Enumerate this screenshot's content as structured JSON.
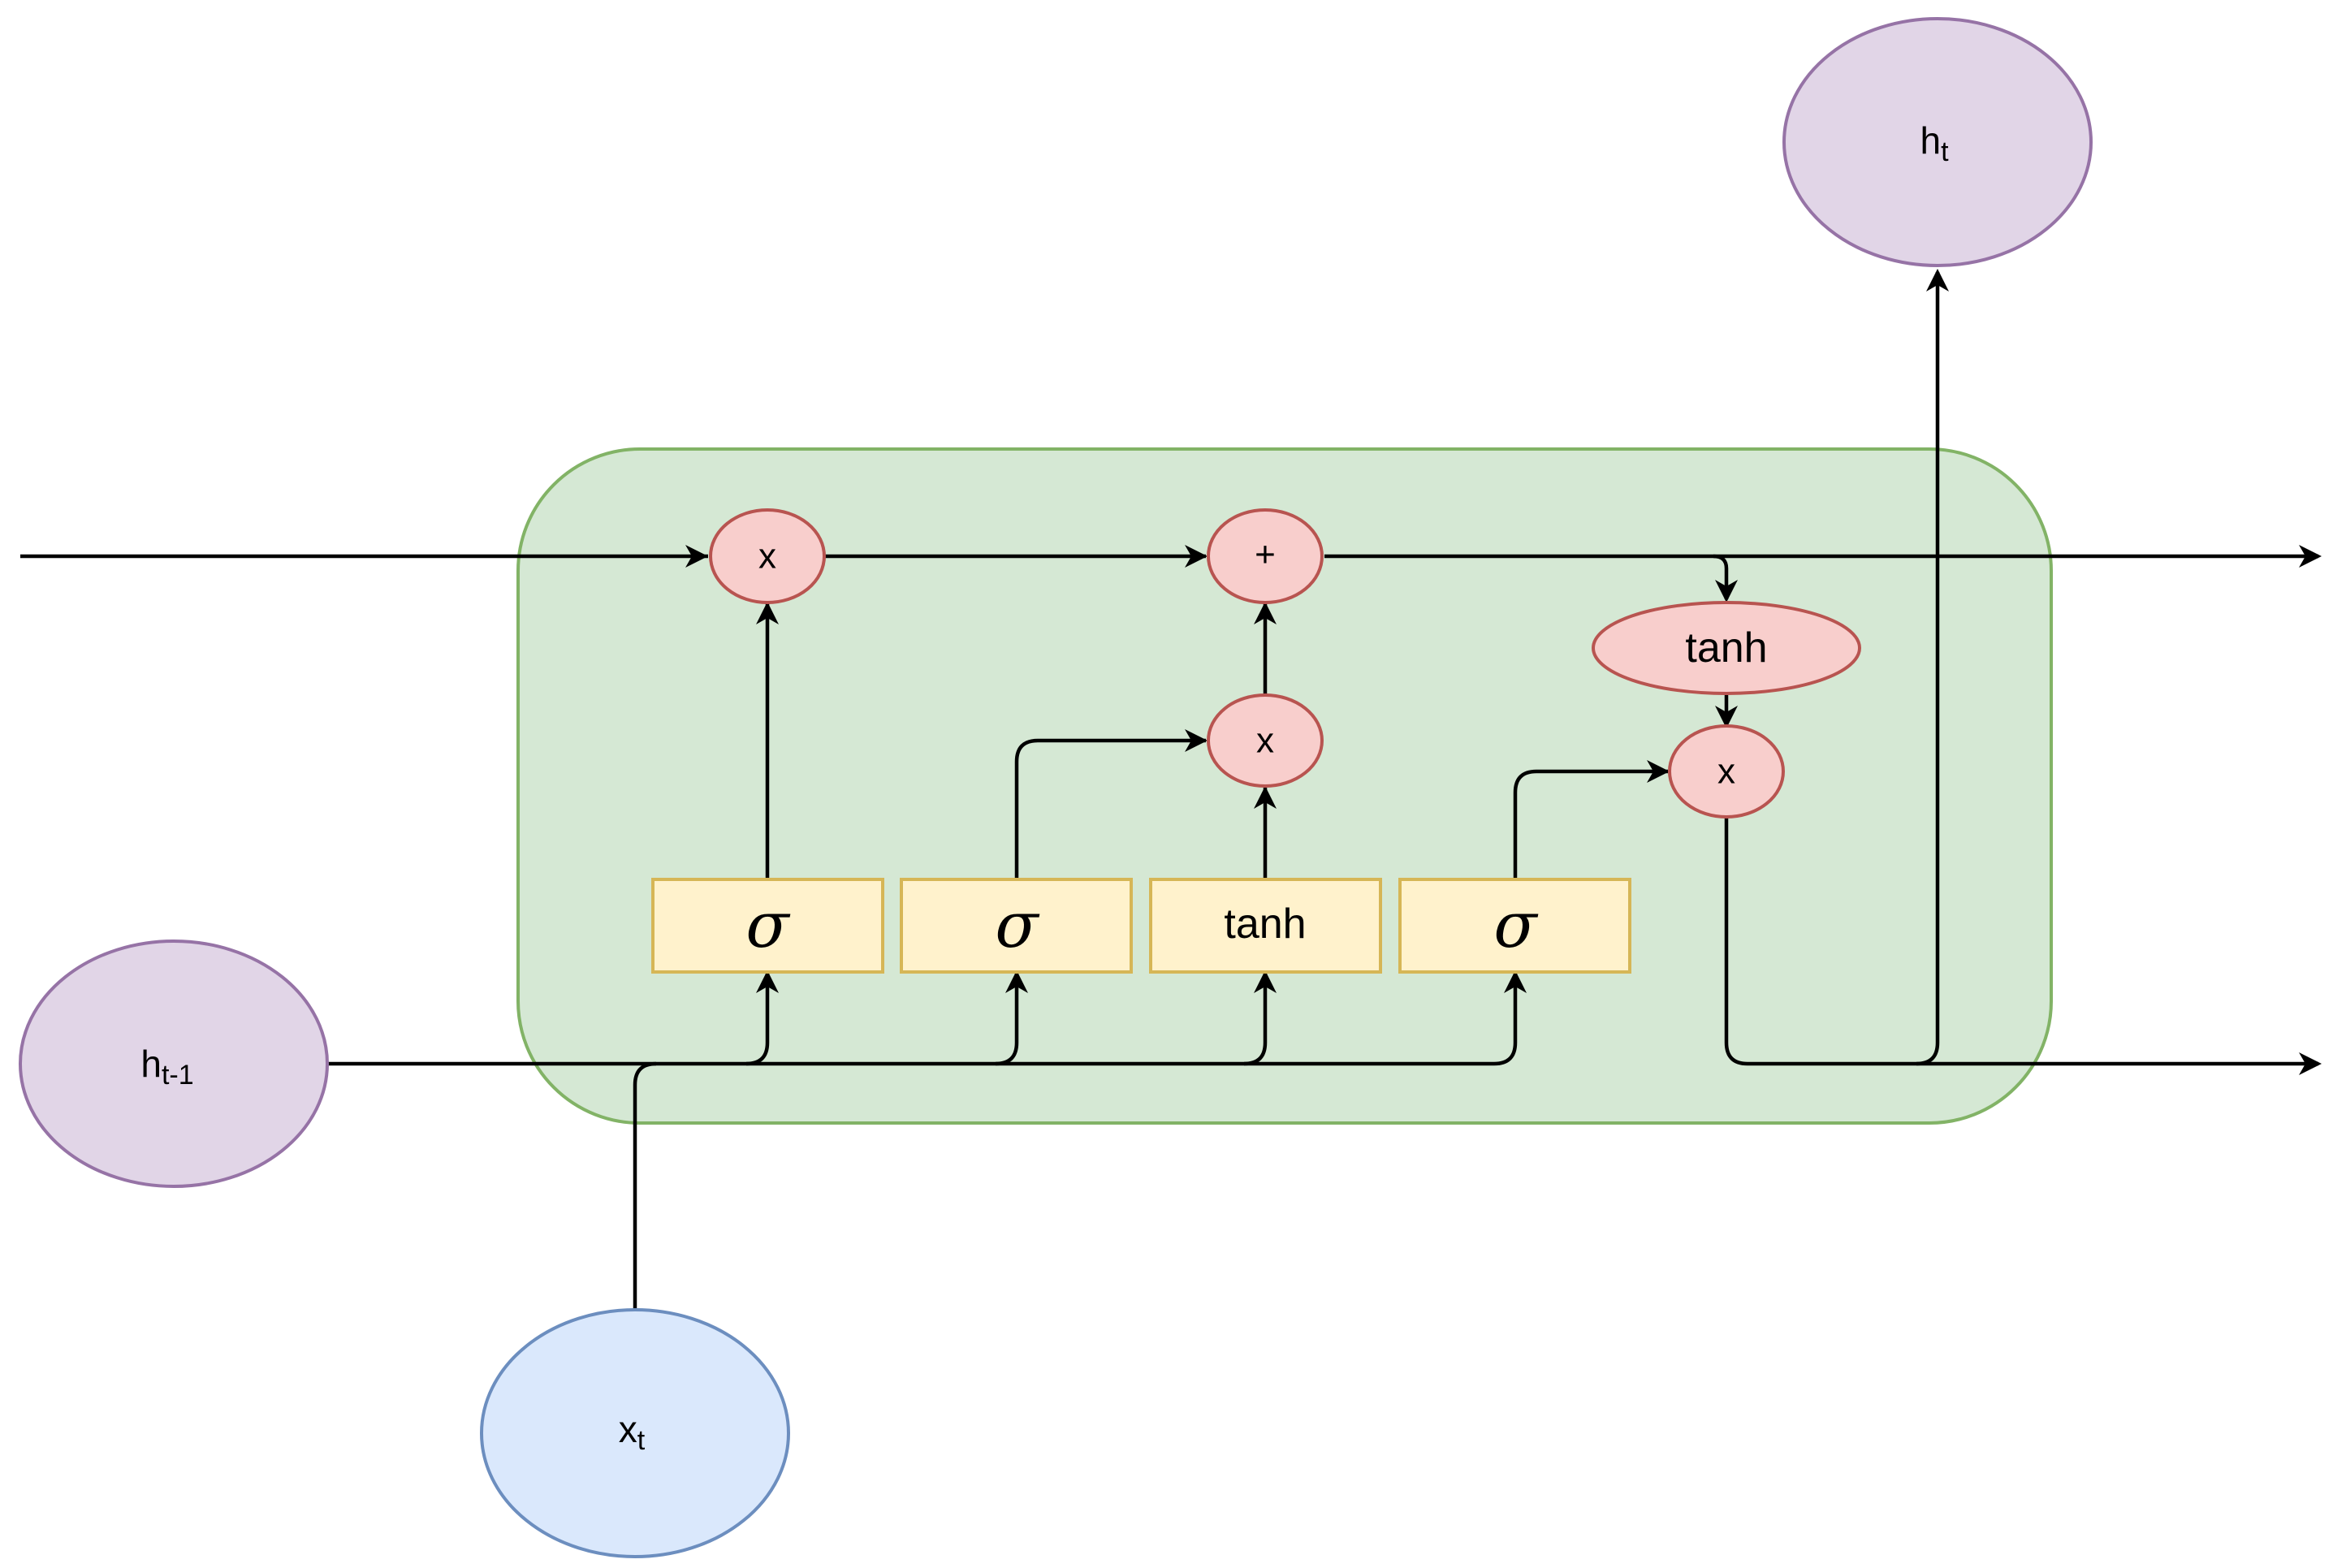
{
  "colors": {
    "cell_fill": "#d5e8d4",
    "cell_stroke": "#82b366",
    "op_fill": "#f8cecc",
    "op_stroke": "#b85450",
    "gate_fill": "#fff2cc",
    "gate_stroke": "#d6b656",
    "hidden_fill": "#e1d5e7",
    "hidden_stroke": "#9673a6",
    "input_fill": "#dae8fc",
    "input_stroke": "#6c8ebf",
    "line": "#000000"
  },
  "ops": {
    "forget_mult": "x",
    "cell_add": "+",
    "input_mult": "x",
    "output_mult": "x",
    "cell_tanh": "tanh"
  },
  "gates": {
    "forget": "σ",
    "input": "σ",
    "candidate": "tanh",
    "output": "σ"
  },
  "nodes": {
    "h_prev": {
      "base": "h",
      "sub": "t-1"
    },
    "h_t": {
      "base": "h",
      "sub": "t"
    },
    "x_t": {
      "base": "x",
      "sub": "t"
    }
  }
}
